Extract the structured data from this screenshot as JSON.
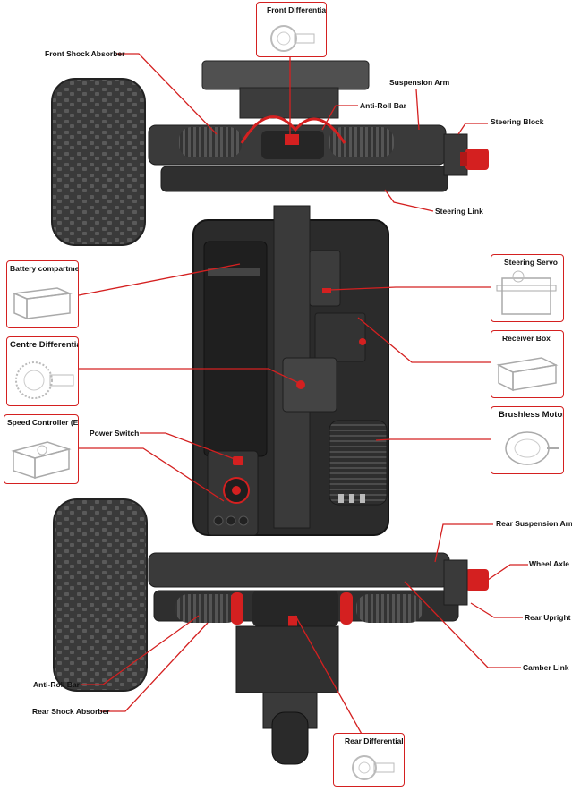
{
  "labels": {
    "front_shock_absorber": "Front Shock Absorber",
    "suspension_arm": "Suspension Arm",
    "anti_roll_bar_front": "Anti-Roll Bar",
    "steering_block": "Steering Block",
    "steering_link": "Steering Link",
    "power_switch": "Power Switch",
    "rear_suspension_arm": "Rear Suspension Arm",
    "wheel_axle": "Wheel Axle",
    "rear_upright": "Rear Upright",
    "camber_link": "Camber Link",
    "anti_roll_bar_rear": "Anti-Roll Bar",
    "rear_shock_absorber": "Rear Shock Absorber"
  },
  "callout_boxes": {
    "front_differential": "Front Differential",
    "battery_compartment": "Battery compartment",
    "centre_differential": "Centre Differential",
    "speed_controller": "Speed Controller (ESC)",
    "steering_servo": "Steering Servo",
    "receiver_box": "Receiver Box",
    "brushless_motor": "Brushless Motor",
    "rear_differential": "Rear Differential"
  },
  "colors": {
    "leader_line": "#d42020",
    "chassis_dark": "#2b2b2b",
    "chassis_mid": "#4a4a4a",
    "accent_red": "#d42020",
    "tire": "#3a3a3a"
  }
}
